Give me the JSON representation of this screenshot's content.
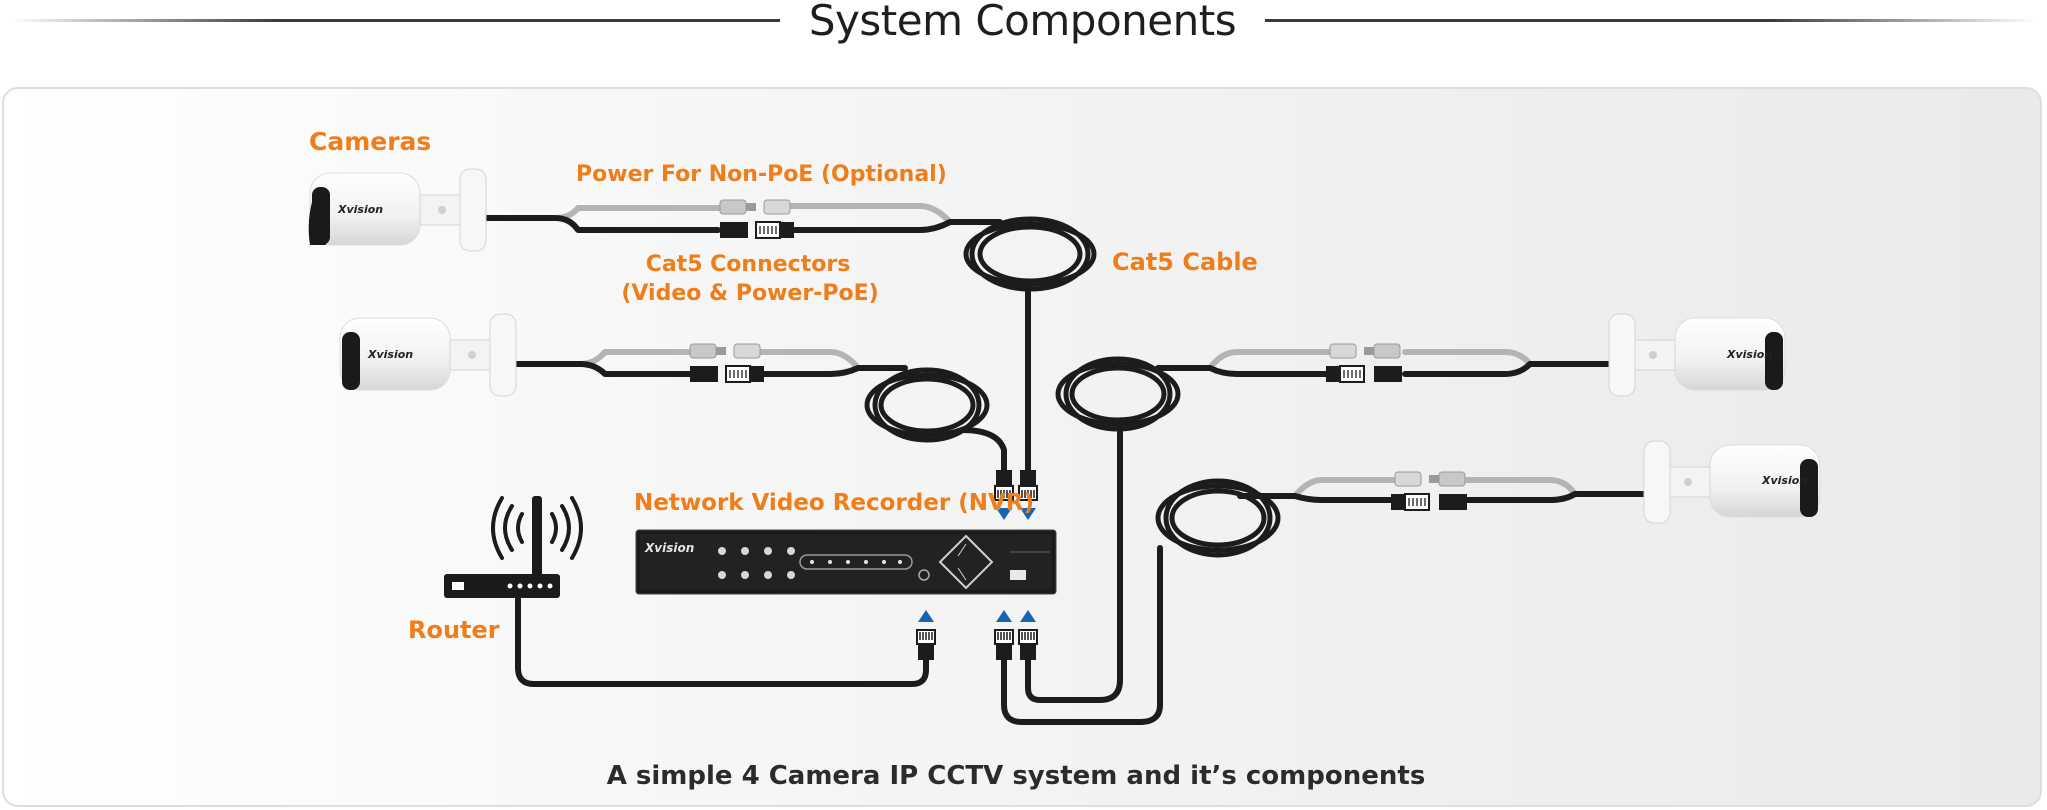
{
  "title": "System Components",
  "labels": {
    "cameras": "Cameras",
    "power": "Power For Non-PoE (Optional)",
    "cat5_connectors_line1": "Cat5 Connectors",
    "cat5_connectors_line2": "(Video & Power-PoE)",
    "cat5_cable": "Cat5 Cable",
    "nvr": "Network Video Recorder (NVR)",
    "router": "Router"
  },
  "brand": "Xvision",
  "caption": "A simple 4 Camera IP CCTV system and it’s components",
  "colors": {
    "label_orange": "#ef7d1a",
    "arrow_blue": "#1565b5",
    "cable_black": "#1c1c1c",
    "power_gray": "#b4b4b4"
  }
}
